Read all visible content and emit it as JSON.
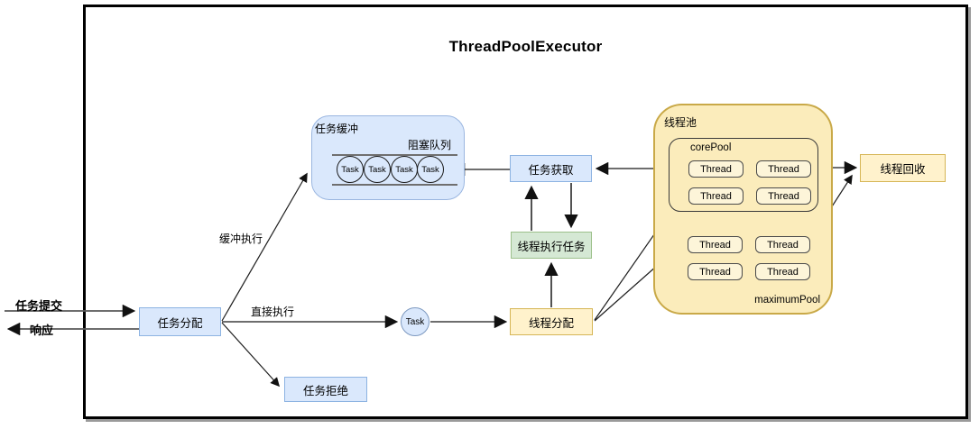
{
  "title": "ThreadPoolExecutor",
  "external": {
    "submit": "任务提交",
    "response": "响应"
  },
  "nodes": {
    "task_dispatch": "任务分配",
    "task_reject": "任务拒绝",
    "task_fetch": "任务获取",
    "thread_execute": "线程执行任务",
    "thread_dispatch": "线程分配",
    "thread_recycle": "线程回收",
    "task_buffer": "任务缓冲",
    "blocking_queue": "阻塞队列",
    "thread_pool": "线程池",
    "core_pool": "corePool",
    "maximum_pool": "maximumPool",
    "task": "Task"
  },
  "edges": {
    "buffered_exec": "缓冲执行",
    "direct_exec": "直接执行"
  },
  "queue_tasks": [
    "Task",
    "Task",
    "Task",
    "Task"
  ],
  "core_threads": [
    "Thread",
    "Thread",
    "Thread",
    "Thread"
  ],
  "max_threads": [
    "Thread",
    "Thread",
    "Thread",
    "Thread"
  ],
  "colors": {
    "blue_fill": "#dae8fc",
    "blue_border": "#8db3e2",
    "green_fill": "#d5e8d4",
    "green_border": "#9dc08b",
    "yellow_fill": "#fff2cc",
    "yellow_border": "#d6b656",
    "pool_fill": "#fbecbb",
    "pool_border": "#c9a948",
    "thread_fill": "#fdf5d9",
    "thread_border": "#4a4a4a",
    "arrow": "#595959",
    "frame": "#000000"
  }
}
